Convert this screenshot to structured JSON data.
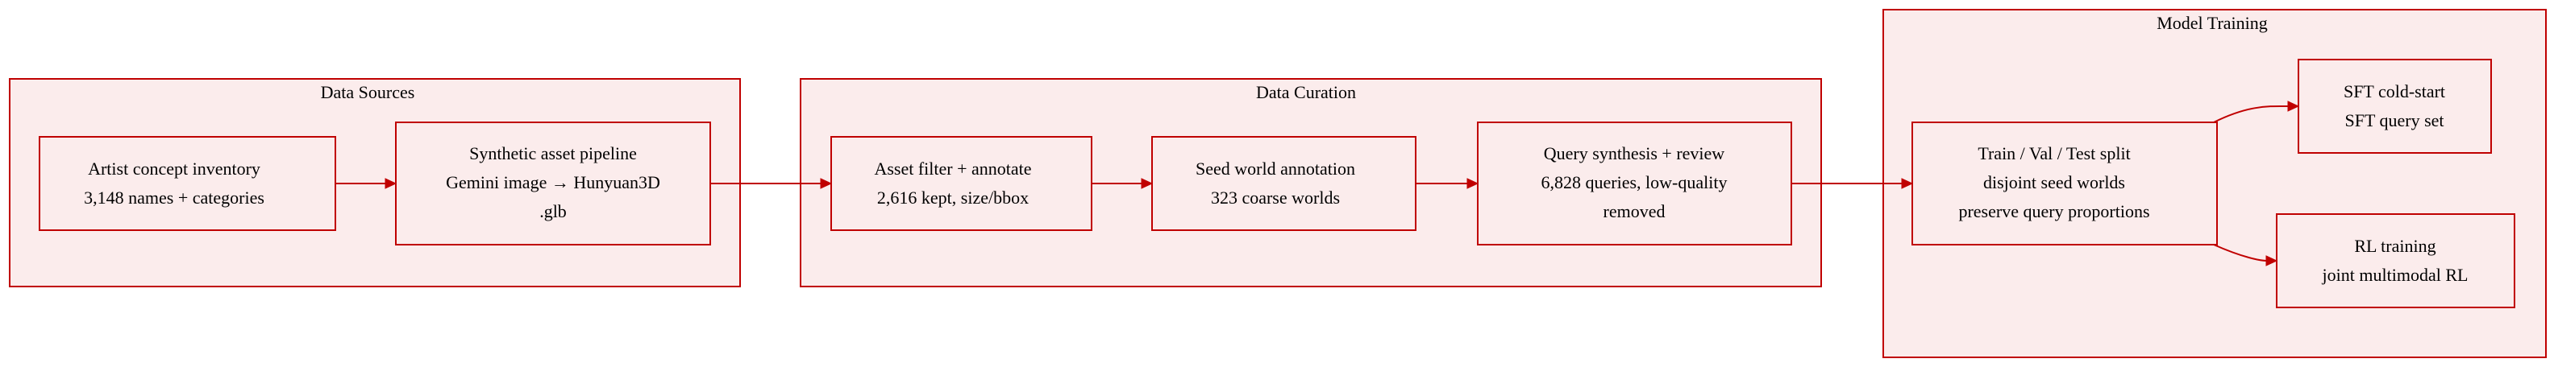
{
  "colors": {
    "fill": "#fbecec",
    "stroke": "#c00000",
    "text": "#000000"
  },
  "clusters": {
    "data_sources": {
      "label": "Data Sources"
    },
    "data_curation": {
      "label": "Data Curation"
    },
    "model_training": {
      "label": "Model Training"
    }
  },
  "nodes": {
    "artist": {
      "lines": [
        "Artist concept inventory",
        "3,148 names + categories"
      ]
    },
    "synthetic": {
      "lines": [
        "Synthetic asset pipeline",
        "Gemini image → Hunyuan3D",
        ".glb"
      ]
    },
    "filter": {
      "lines": [
        "Asset filter + annotate",
        "2,616 kept, size/bbox"
      ]
    },
    "seed": {
      "lines": [
        "Seed world annotation",
        "323 coarse worlds"
      ]
    },
    "query": {
      "lines": [
        "Query synthesis + review",
        "6,828 queries, low-quality",
        "removed"
      ]
    },
    "split": {
      "lines": [
        "Train / Val / Test split",
        "disjoint seed worlds",
        "preserve query proportions"
      ]
    },
    "sft": {
      "lines": [
        "SFT cold-start",
        "SFT query set"
      ]
    },
    "rl": {
      "lines": [
        "RL training",
        "joint multimodal RL"
      ]
    }
  },
  "edges": [
    {
      "from": "artist",
      "to": "synthetic"
    },
    {
      "from": "synthetic",
      "to": "filter"
    },
    {
      "from": "filter",
      "to": "seed"
    },
    {
      "from": "seed",
      "to": "query"
    },
    {
      "from": "query",
      "to": "split"
    },
    {
      "from": "split",
      "to": "sft"
    },
    {
      "from": "split",
      "to": "rl"
    }
  ]
}
